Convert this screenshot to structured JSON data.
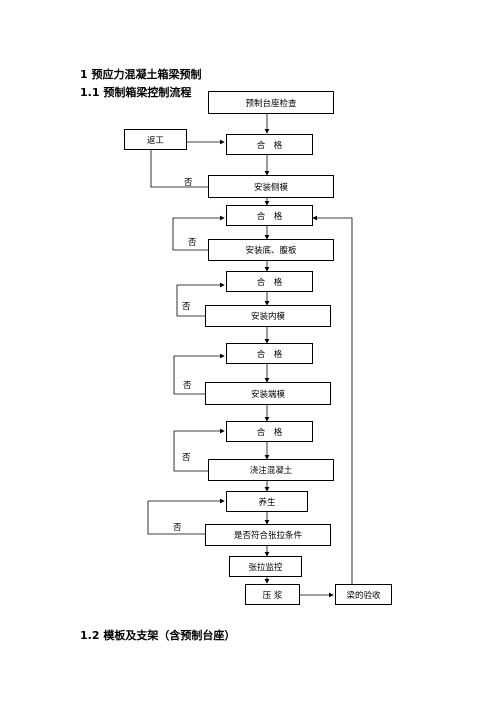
{
  "headings": {
    "h1": "1 预应力混凝土箱梁预制",
    "h11": "1.1 预制箱梁控制流程",
    "h12": "1.2 模板及支架（含预制台座）"
  },
  "boxes": {
    "inspect": "预制台座检查",
    "rework": "返工",
    "ok1": "合　格",
    "side_form": "安装侧模",
    "ok2": "合　格",
    "bottom_web": "安装底、腹板",
    "ok3": "合　格",
    "inner_form": "安装内模",
    "ok4": "合　格",
    "end_form": "安装端模",
    "ok5": "合　格",
    "pour": "浇注混凝土",
    "cure": "养生",
    "tension_check": "是否符合张拉条件",
    "tension": "张拉监控",
    "grout": "压 浆",
    "accept": "梁的验收"
  },
  "labels": {
    "no": "否"
  }
}
